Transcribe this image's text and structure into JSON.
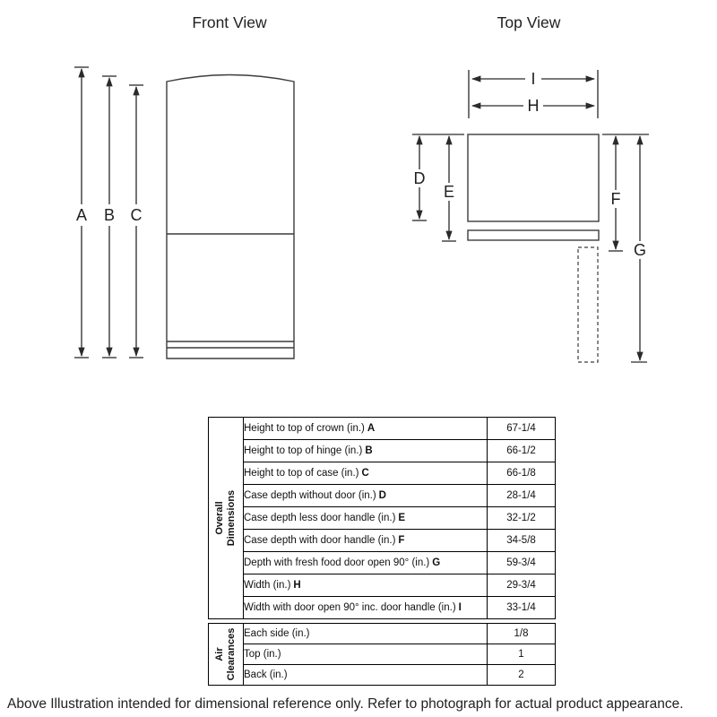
{
  "titles": {
    "front": "Front View",
    "top": "Top View"
  },
  "diagram_labels": {
    "A": "A",
    "B": "B",
    "C": "C",
    "D": "D",
    "E": "E",
    "F": "F",
    "G": "G",
    "H": "H",
    "I": "I"
  },
  "table": {
    "sections": [
      {
        "label": "Overall\nDimensions",
        "rows": [
          {
            "desc": "Height to top of crown (in.)",
            "letter": "A",
            "value": "67-1/4"
          },
          {
            "desc": "Height to top of hinge (in.)",
            "letter": "B",
            "value": "66-1/2"
          },
          {
            "desc": "Height to top of case (in.)",
            "letter": "C",
            "value": "66-1/8"
          },
          {
            "desc": "Case depth without door (in.)",
            "letter": "D",
            "value": "28-1/4"
          },
          {
            "desc": "Case depth less door handle (in.)",
            "letter": "E",
            "value": "32-1/2"
          },
          {
            "desc": "Case depth with door handle (in.)",
            "letter": "F",
            "value": "34-5/8"
          },
          {
            "desc": "Depth with fresh food door open 90° (in.)",
            "letter": "G",
            "value": "59-3/4"
          },
          {
            "desc": "Width (in.)",
            "letter": "H",
            "value": "29-3/4"
          },
          {
            "desc": "Width with door open 90° inc. door handle (in.)",
            "letter": "I",
            "value": "33-1/4"
          }
        ]
      },
      {
        "label": "Air\nClearances",
        "rows": [
          {
            "desc": "Each side (in.)",
            "letter": "",
            "value": "1/8"
          },
          {
            "desc": "Top (in.)",
            "letter": "",
            "value": "1"
          },
          {
            "desc": "Back (in.)",
            "letter": "",
            "value": "2"
          }
        ]
      }
    ]
  },
  "footer": "Above Illustration intended for dimensional reference only. Refer to photograph for actual product appearance."
}
